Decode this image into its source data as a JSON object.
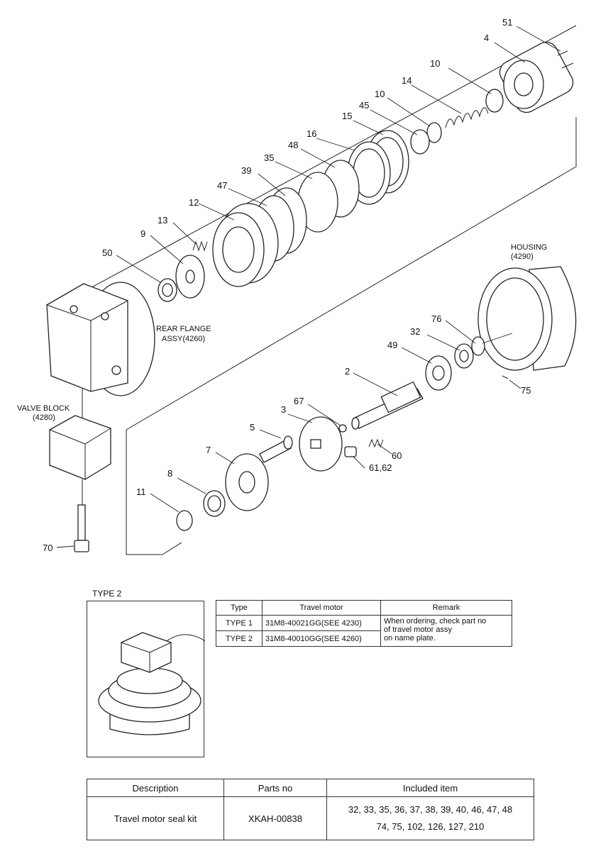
{
  "callouts": {
    "p51": "51",
    "p4": "4",
    "p10a": "10",
    "p14": "14",
    "p10b": "10",
    "p45": "45",
    "p15": "15",
    "p16": "16",
    "p48": "48",
    "p35": "35",
    "p39": "39",
    "p47": "47",
    "p12": "12",
    "p13": "13",
    "p9": "9",
    "p50": "50",
    "p76": "76",
    "p32": "32",
    "p49": "49",
    "p2": "2",
    "p75": "75",
    "p67": "67",
    "p3": "3",
    "p5": "5",
    "p60": "60",
    "p61_62": "61,62",
    "p7": "7",
    "p8": "8",
    "p11": "11",
    "p70": "70"
  },
  "labels": {
    "housing": "HOUSING",
    "housing_no": "(4290)",
    "rear_flange": "REAR FLANGE",
    "rear_flange_assy": "ASSY(4260)",
    "valve_block": "VALVE BLOCK",
    "valve_block_no": "(4280)"
  },
  "type2": {
    "title": "TYPE 2"
  },
  "type_table": {
    "headers": [
      "Type",
      "Travel motor",
      "Remark"
    ],
    "rows": [
      {
        "type": "TYPE 1",
        "motor": "31M8-40021GG(SEE 4230)"
      },
      {
        "type": "TYPE 2",
        "motor": "31M8-40010GG(SEE 4260)"
      }
    ],
    "remark_lines": [
      "When ordering, check part no",
      "of travel motor assy",
      "on name plate."
    ]
  },
  "kit_table": {
    "headers": [
      "Description",
      "Parts no",
      "Included item"
    ],
    "description": "Travel motor seal kit",
    "parts_no": "XKAH-00838",
    "items_line1": "32, 33, 35, 36, 37, 38, 39, 40, 46, 47, 48",
    "items_line2": "74, 75, 102, 126, 127, 210"
  }
}
